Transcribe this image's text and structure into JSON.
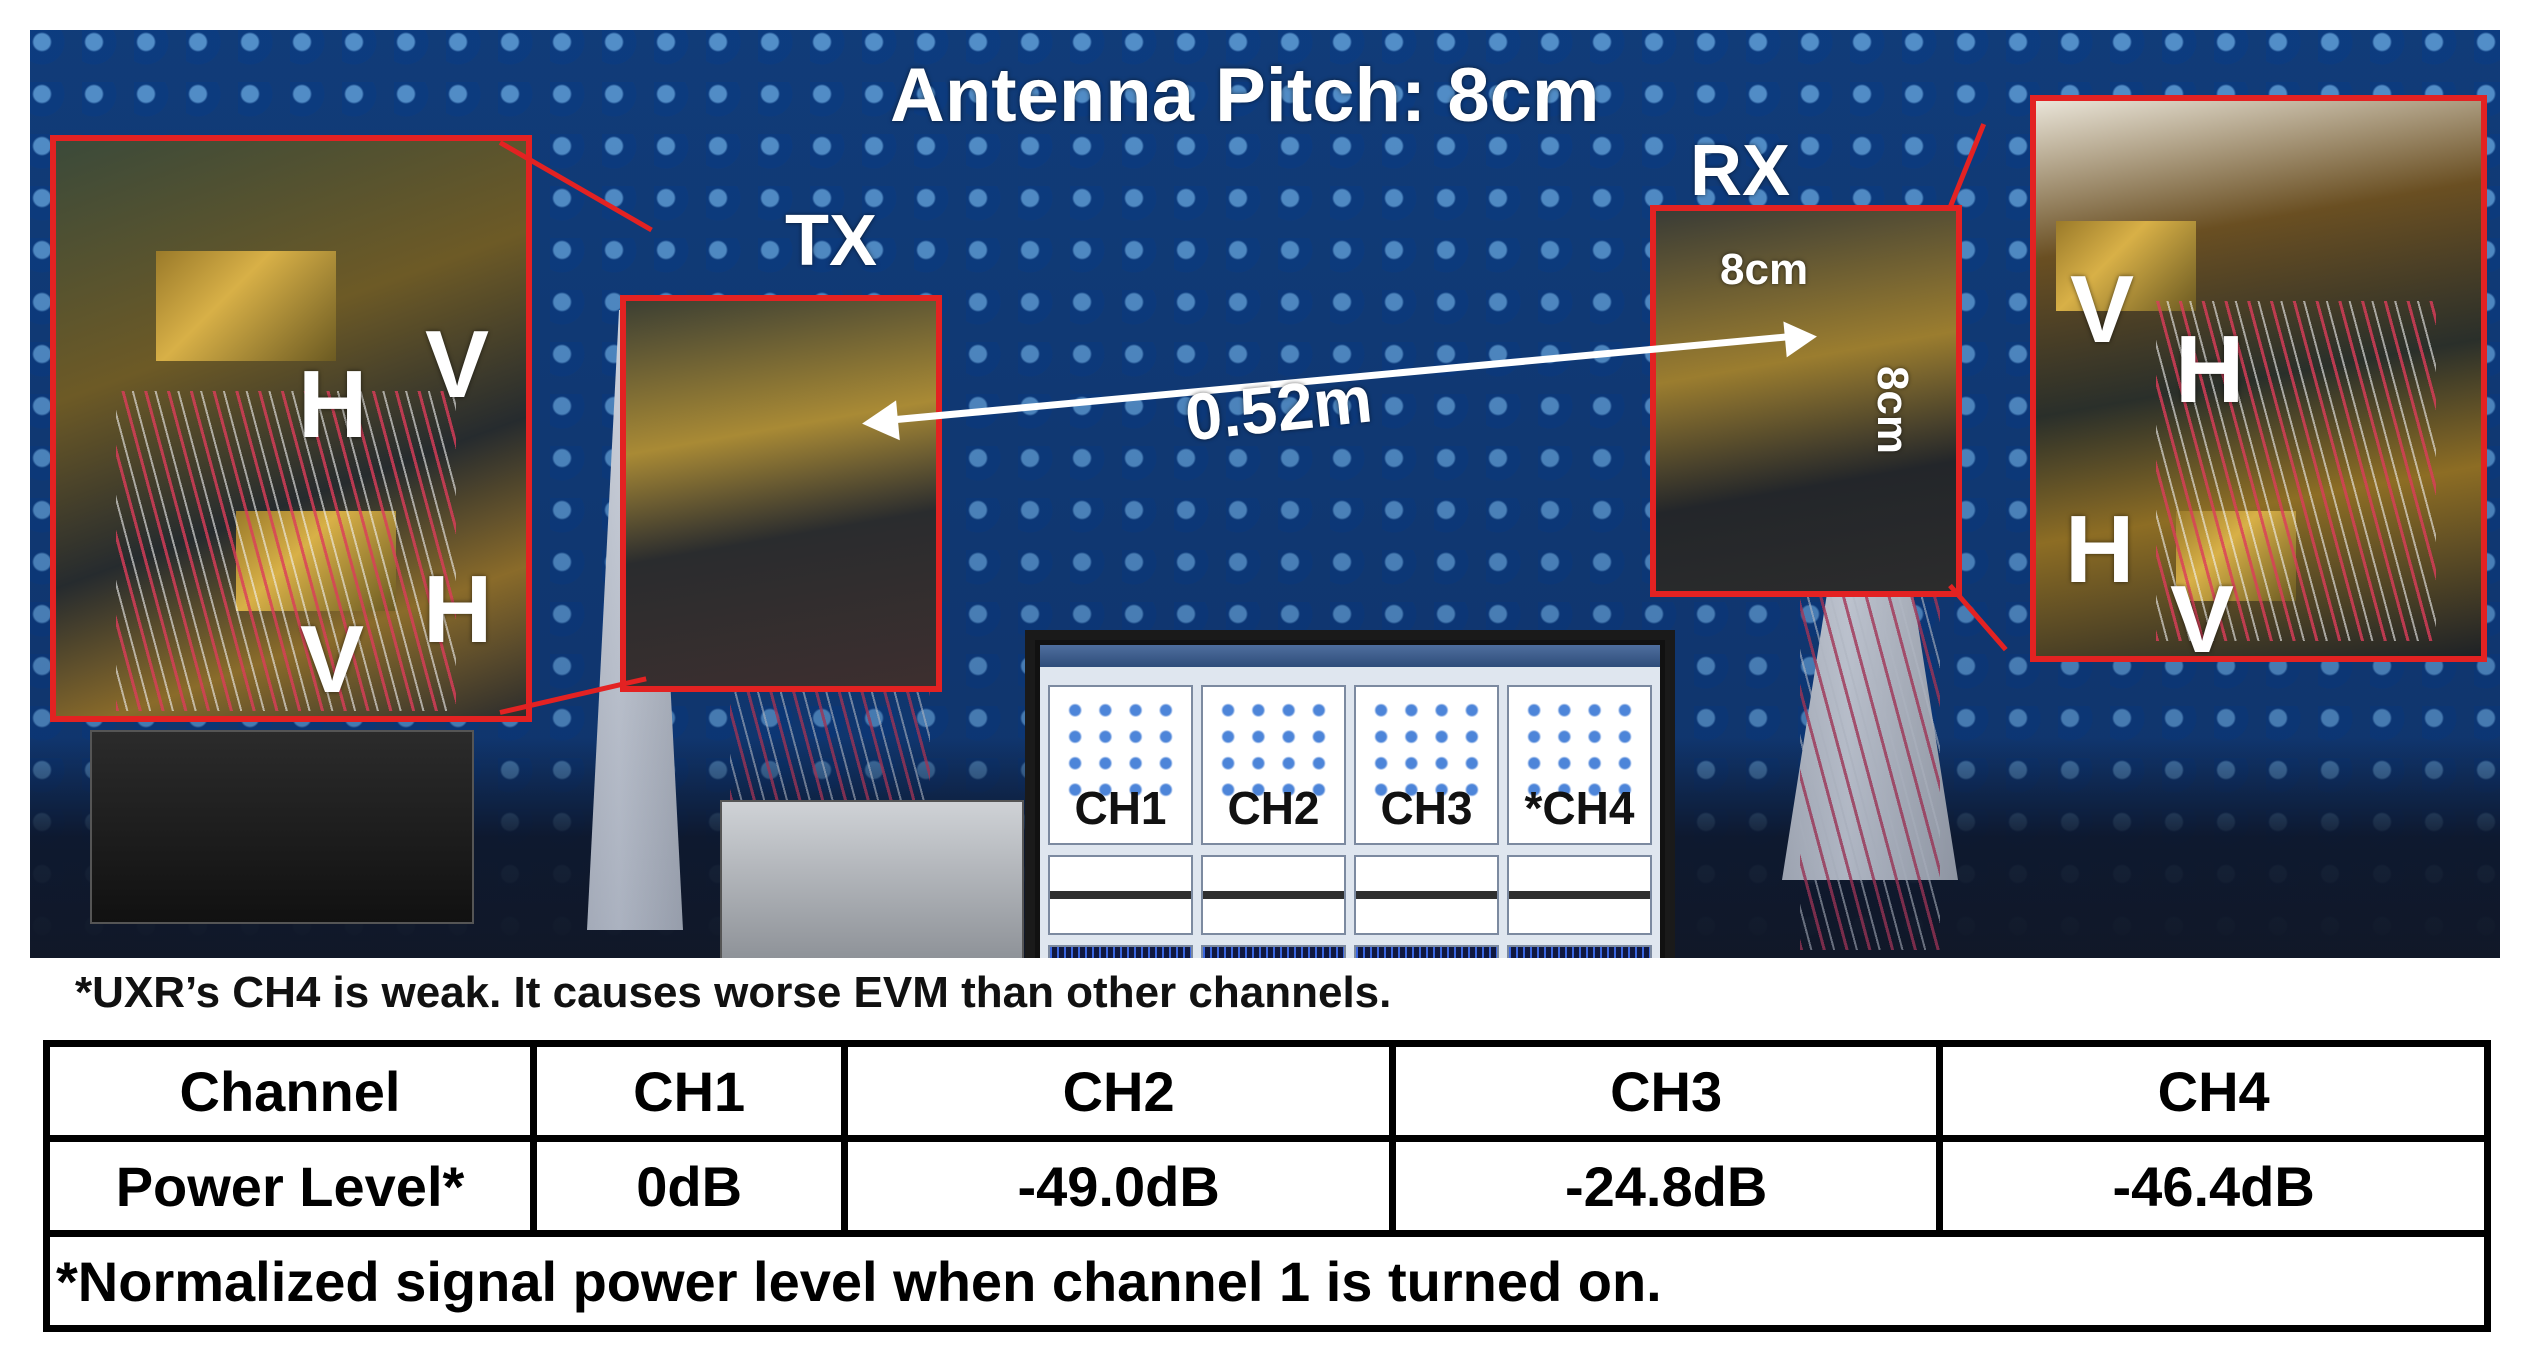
{
  "photo": {
    "title": "Antenna Pitch: 8cm",
    "tx_label": "TX",
    "rx_label": "RX",
    "distance_label": "0.52m",
    "rx_spacing_h": "8cm",
    "rx_spacing_v": "8cm",
    "left_zoom_labels": [
      "H",
      "V",
      "V",
      "H"
    ],
    "right_zoom_labels": [
      "V",
      "H",
      "H",
      "V"
    ],
    "monitor_channels": [
      "CH1",
      "CH2",
      "CH3",
      "*CH4"
    ],
    "highlight_color": "#e32222"
  },
  "caption": "*UXR’s CH4 is weak. It causes worse EVM than other channels.",
  "table": {
    "header": [
      "Channel",
      "CH1",
      "CH2",
      "CH3",
      "CH4"
    ],
    "row": [
      "Power Level*",
      "0dB",
      "-49.0dB",
      "-24.8dB",
      "-46.4dB"
    ],
    "footnote": "*Normalized signal power level when channel 1 is turned on."
  }
}
